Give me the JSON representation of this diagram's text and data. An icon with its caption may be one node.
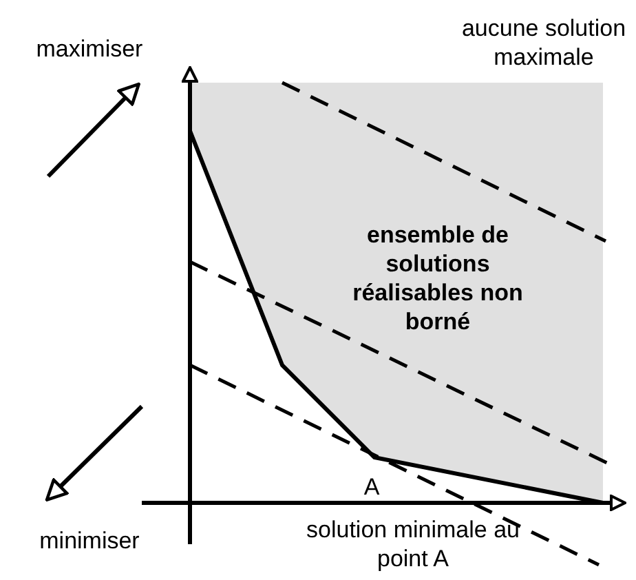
{
  "diagram": {
    "nodes": [
      {
        "text": [
          "ensemble de solutions réalisables non borné"
        ]
      }
    ],
    "labels": [
      "maximiser",
      "aucune solution maximale",
      "A",
      "minimiser",
      "solution minimale au point A"
    ]
  }
}
